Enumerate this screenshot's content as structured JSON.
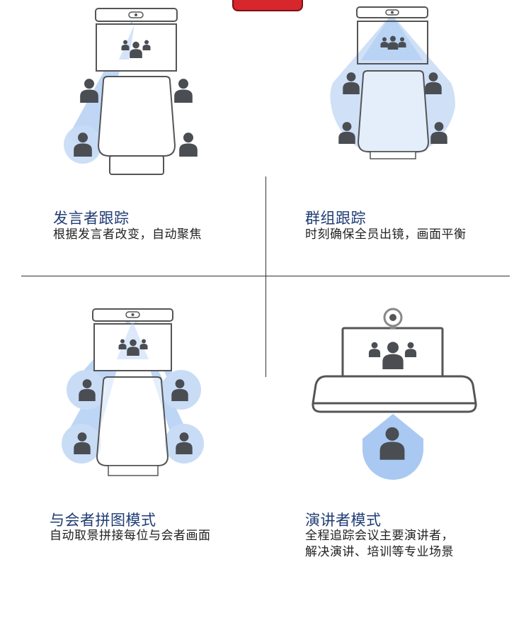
{
  "colors": {
    "title": "#1f3c73",
    "text": "#222222",
    "beam": "#a9c9f2",
    "outline": "#444444",
    "person": "#4a4d52",
    "accent_tab": "#d8262d"
  },
  "features": [
    {
      "id": "speaker-tracking",
      "title": "发言者跟踪",
      "desc_lines": [
        "根据发言者改变，自动聚焦"
      ]
    },
    {
      "id": "group-tracking",
      "title": "群组跟踪",
      "desc_lines": [
        "时刻确保全员出镜，画面平衡"
      ]
    },
    {
      "id": "participant-grid",
      "title": "与会者拼图模式",
      "desc_lines": [
        "自动取景拼接每位与会者画面"
      ]
    },
    {
      "id": "presenter-mode",
      "title": "演讲者模式",
      "desc_lines": [
        "全程追踪会议主要演讲者，",
        "解决演讲、培训等专业场景"
      ]
    }
  ],
  "icons": [
    "camera-bar-icon",
    "display-screen-icon",
    "group-people-icon",
    "person-icon",
    "conference-table-icon",
    "camera-beam-icon",
    "webcam-icon",
    "desk-icon"
  ]
}
